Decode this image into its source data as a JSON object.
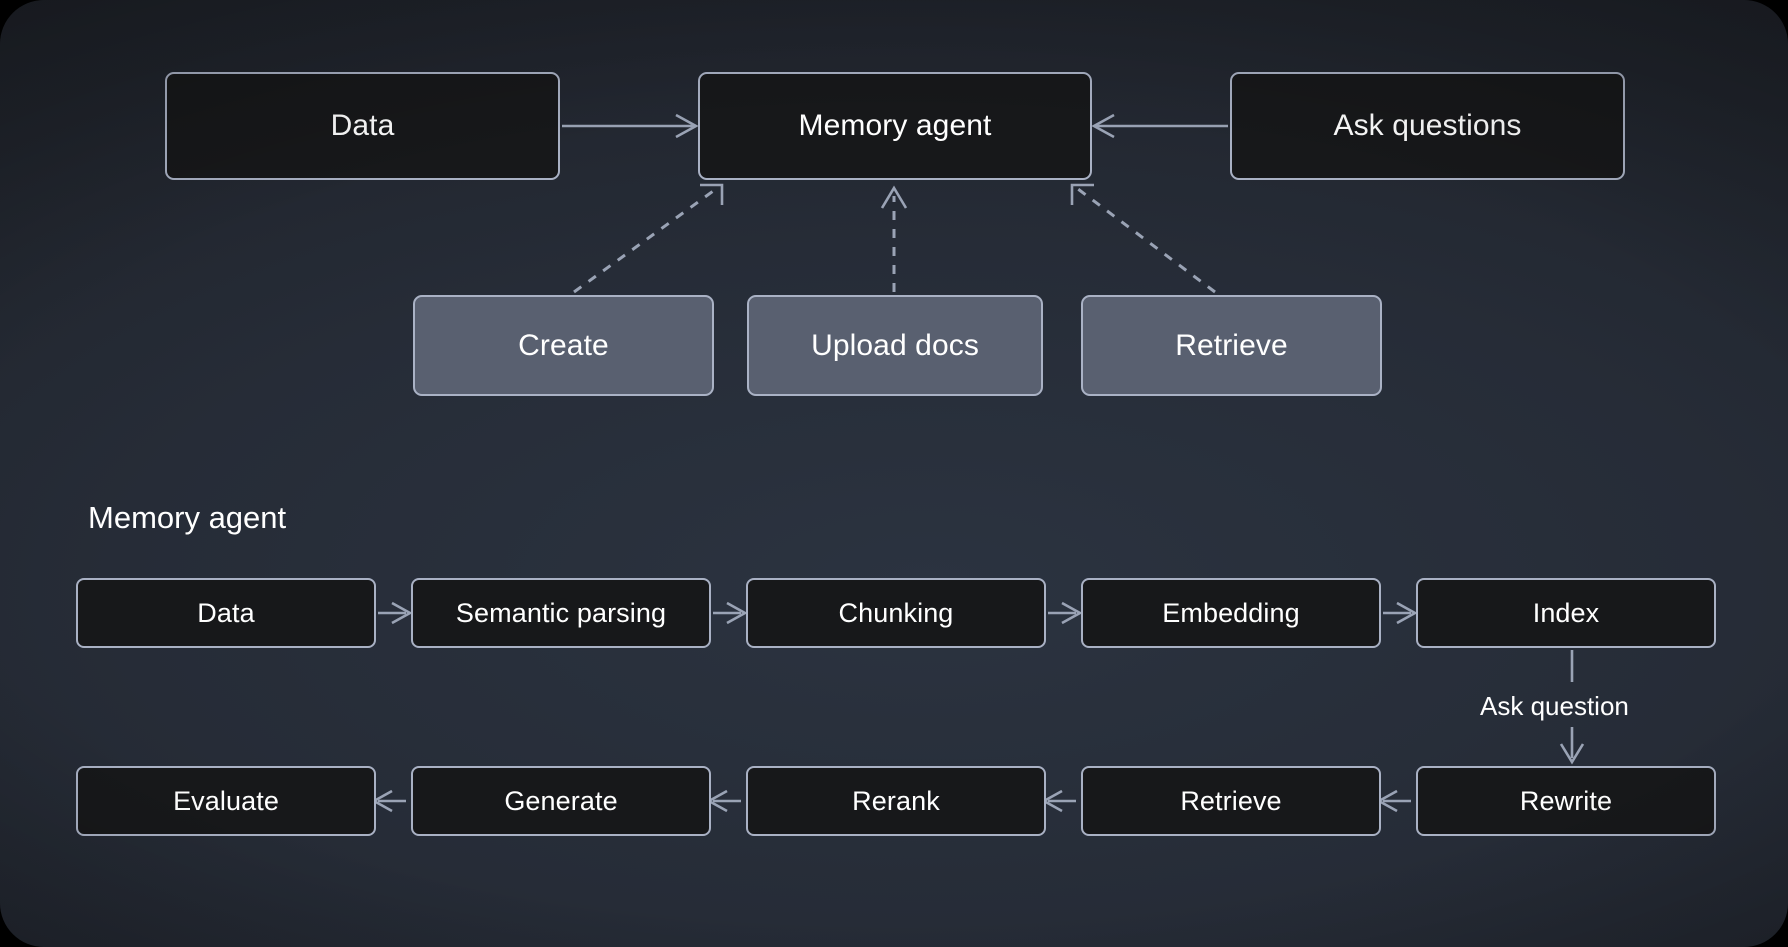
{
  "diagram": {
    "background_color": "#23272f",
    "node_fill_dark": "#17181a",
    "node_fill_light": "#596070",
    "node_border": "#a9b1c4",
    "text_color": "#ffffff",
    "wire_color": "#9aa3b5",
    "overview": {
      "data_node": "Data",
      "memory_agent_node": "Memory agent",
      "ask_questions_node": "Ask questions",
      "tools": [
        {
          "label": "Create"
        },
        {
          "label": "Upload docs"
        },
        {
          "label": "Retrieve"
        }
      ]
    },
    "detail": {
      "section_title": "Memory agent",
      "pipeline_top": [
        {
          "label": "Data"
        },
        {
          "label": "Semantic parsing"
        },
        {
          "label": "Chunking"
        },
        {
          "label": "Embedding"
        },
        {
          "label": "Index"
        }
      ],
      "connector_label": "Ask question",
      "pipeline_bottom": [
        {
          "label": "Evaluate"
        },
        {
          "label": "Generate"
        },
        {
          "label": "Rerank"
        },
        {
          "label": "Retrieve"
        },
        {
          "label": "Rewrite"
        }
      ]
    }
  }
}
